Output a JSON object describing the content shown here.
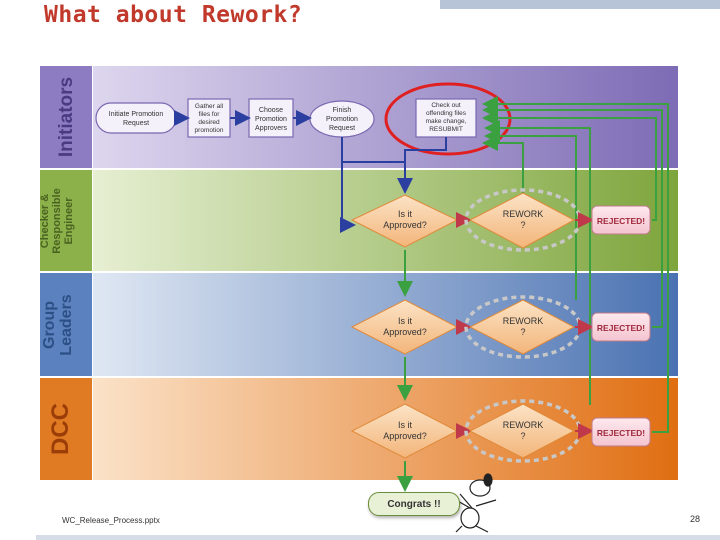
{
  "header": {
    "title": "What about Rework?"
  },
  "lanes": [
    {
      "label": "Initiators",
      "color": "#8e7cc3"
    },
    {
      "label": "Checker & Responsible Engineer",
      "color": "#8cb04a"
    },
    {
      "label": "Group Leaders",
      "color": "#5b82be"
    },
    {
      "label": "DCC",
      "color": "#e07b23"
    }
  ],
  "initiator_steps": {
    "initiate": "Initiate Promotion Request",
    "gather": "Gather all files for desired promotion",
    "choose": "Choose Promotion Approvers",
    "finish": "Finish Promotion Request",
    "checkout": "Check out offending files make change, RESUBMIT"
  },
  "decisions": {
    "approved": "Is it Approved?",
    "rework": "REWORK ?",
    "rejected": "REJECTED!"
  },
  "end": {
    "label": "Congrats !!"
  },
  "footer": {
    "filename": "WC_Release_Process.pptx",
    "page": "28"
  }
}
